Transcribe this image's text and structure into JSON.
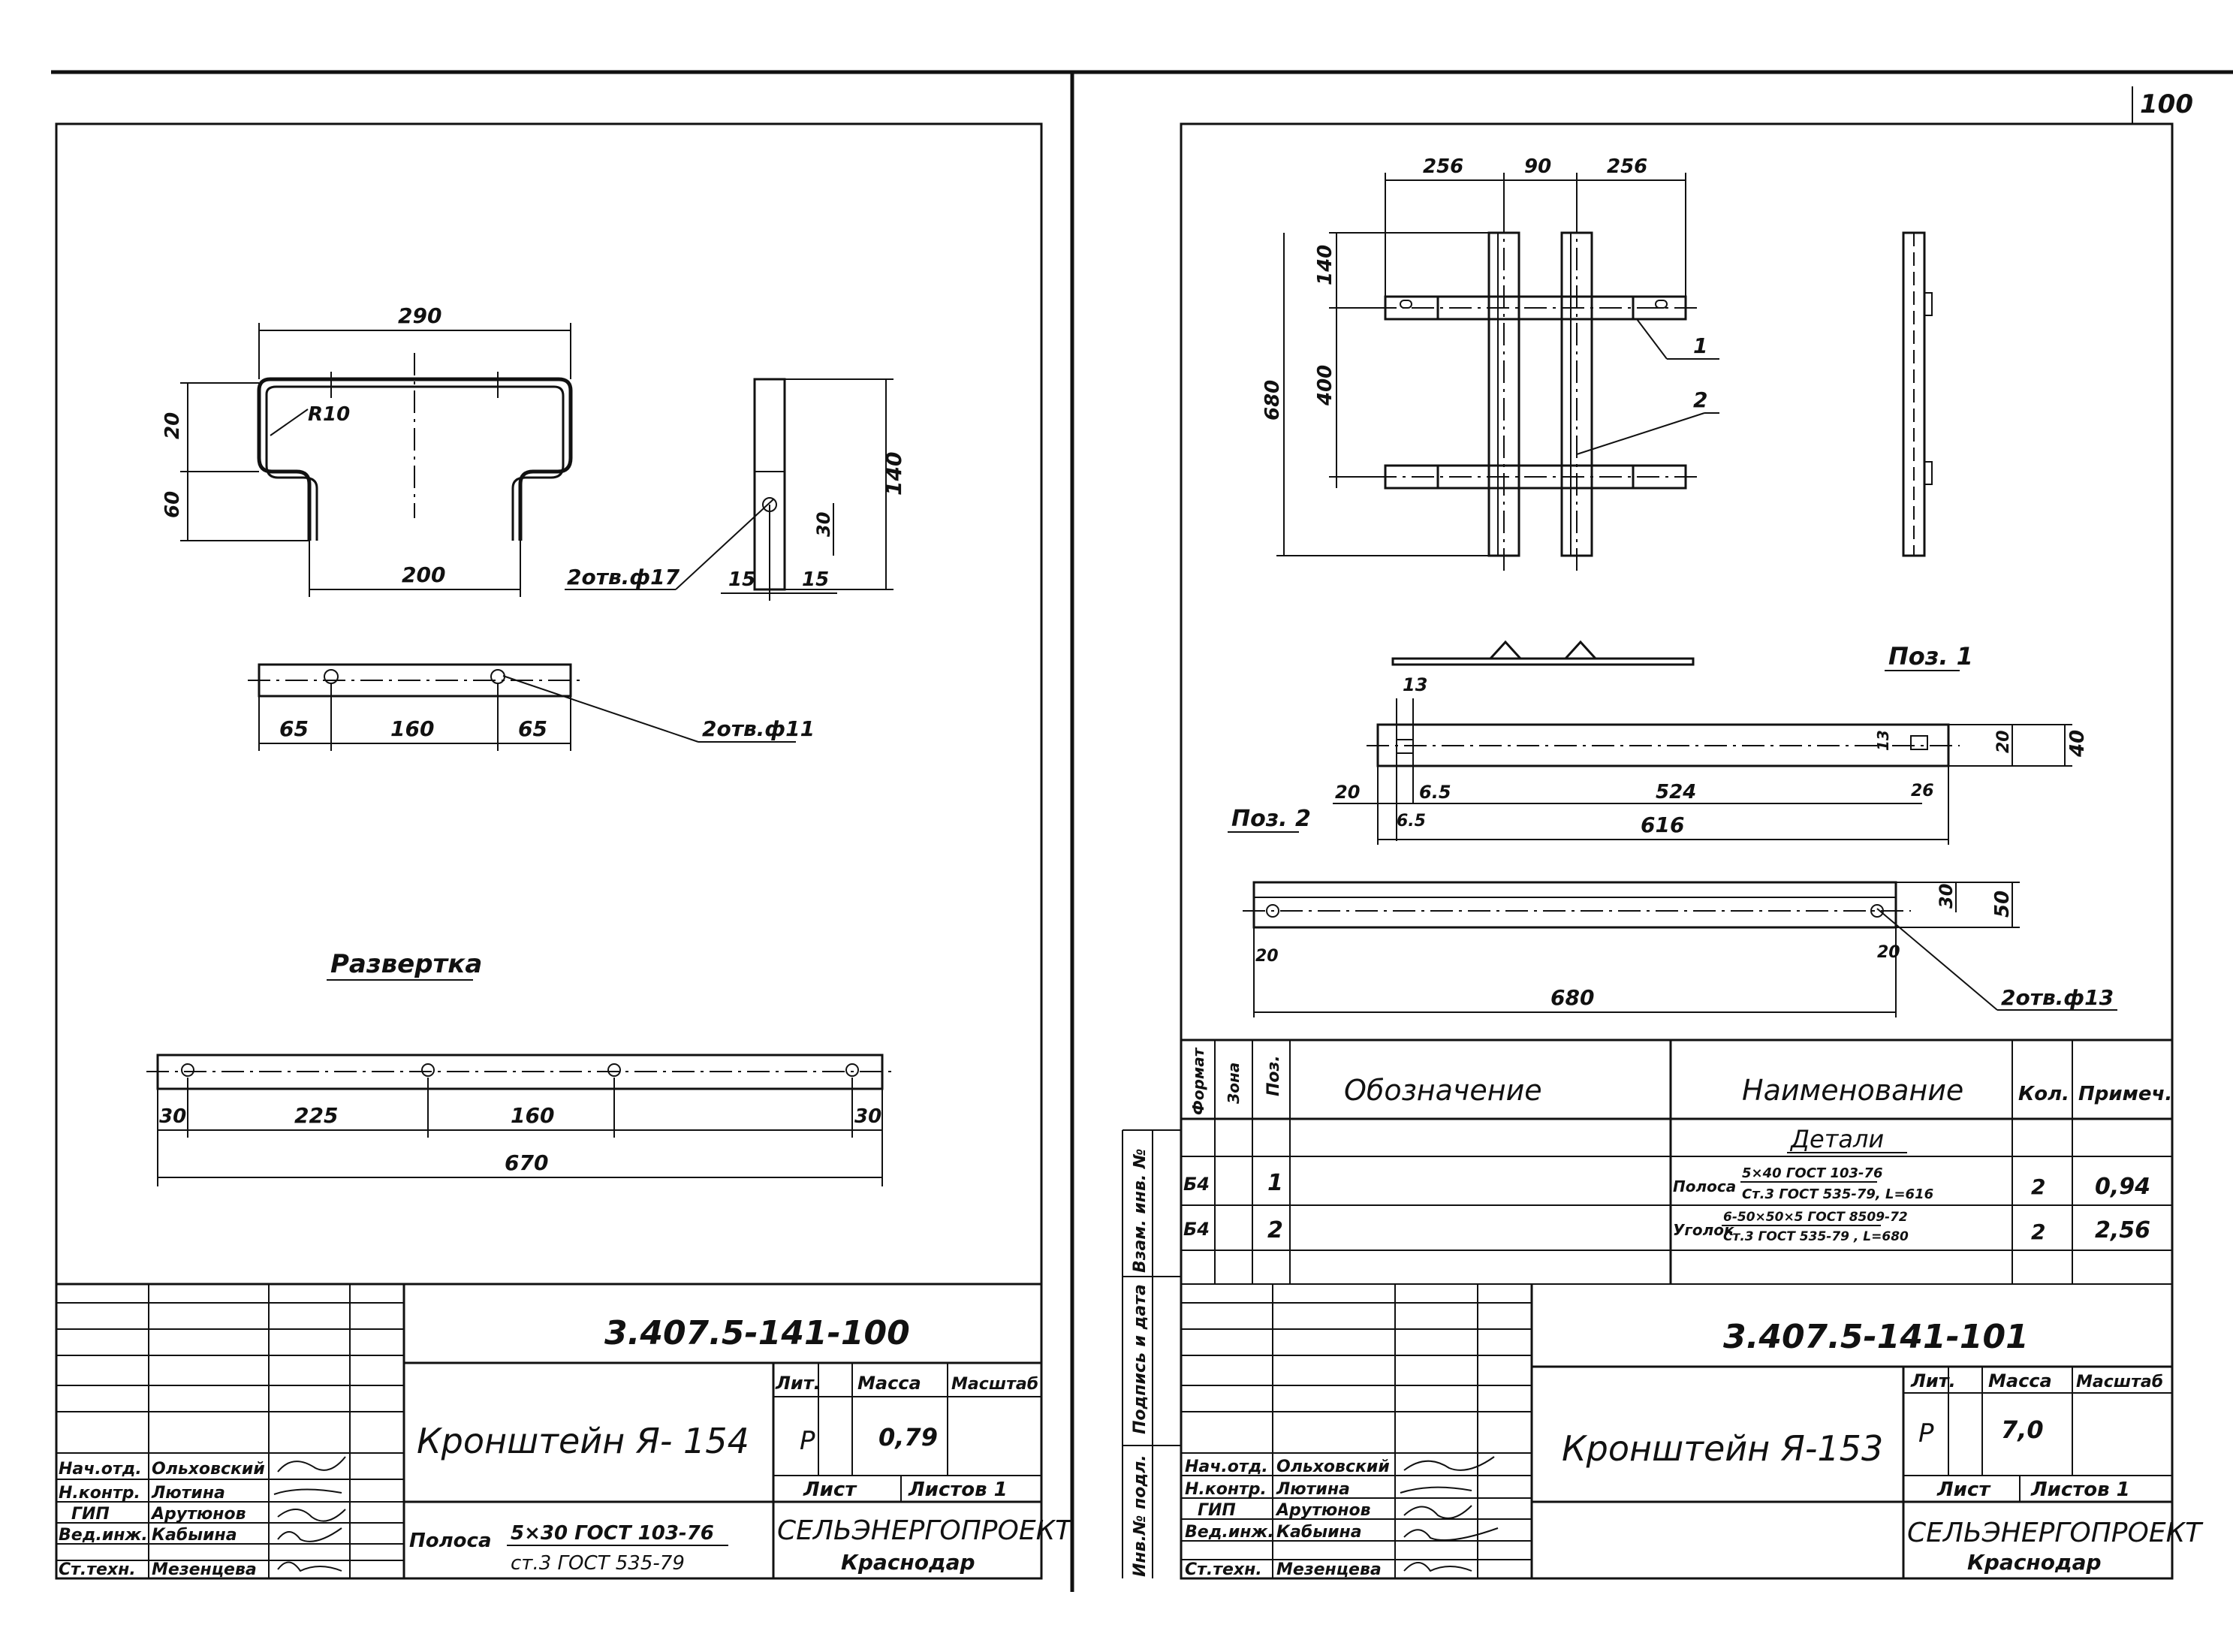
{
  "page_number": "100",
  "left_sheet": {
    "top_view_dims": {
      "width": "290",
      "bottom": "200",
      "h_top": "20",
      "h_leg": "60",
      "radius": "R10"
    },
    "side_view_dims": {
      "height": "140",
      "offset": "30",
      "half_a": "15",
      "half_b": "15",
      "holes": "2отв.ф17"
    },
    "plan_dims": {
      "a": "65",
      "b": "160",
      "c": "65",
      "holes": "2отв.ф11"
    },
    "unfold_title": "Развертка",
    "unfold_dims": {
      "a": "30",
      "b": "225",
      "c": "160",
      "d": "30",
      "total": "670"
    },
    "designation": "3.407.5-141-100",
    "title": "Кронштейн Я- 154",
    "material_label": "Полоса",
    "material_top": "5×30 ГОСТ 103-76",
    "material_bottom": "ст.3 ГОСТ 535-79",
    "lit_header": "Лит.",
    "mass_header": "Масса",
    "scale_header": "Масштаб",
    "lit_value": "Р",
    "mass_value": "0,79",
    "sheet_label": "Лист",
    "sheets_label": "Листов 1",
    "org": "СЕЛЬЭНЕРГОПРОЕКТ",
    "city": "Краснодар",
    "roles": [
      {
        "role": "Нач.отд.",
        "name": "Ольховский"
      },
      {
        "role": "Н.контр.",
        "name": "Лютина"
      },
      {
        "role": "ГИП",
        "name": "Арутюнов"
      },
      {
        "role": "Вед.инж.",
        "name": "Кабыина"
      },
      {
        "role": "Ст.техн.",
        "name": "Мезенцева"
      }
    ]
  },
  "right_sheet": {
    "top_dims": {
      "a": "256",
      "b": "90",
      "c": "256",
      "h1": "140",
      "h2": "400",
      "total": "680"
    },
    "callouts": [
      "1",
      "2"
    ],
    "poz1_title": "Поз. 1",
    "poz1_dims": {
      "a": "13",
      "b": "20",
      "c": "6.5",
      "d": "524",
      "e": "6.5",
      "f": "616",
      "g": "26",
      "h": "20",
      "i": "40",
      "j": "13"
    },
    "poz2_title": "Поз. 2",
    "poz2_dims": {
      "a": "30",
      "b": "50",
      "c": "20",
      "d": "20",
      "total": "680",
      "holes": "2отв.ф13"
    },
    "spec_headers": {
      "format": "Формат",
      "zone": "Зона",
      "pos": "Поз.",
      "designation": "Обозначение",
      "name": "Наименование",
      "qty": "Кол.",
      "note": "Примеч."
    },
    "spec_section": "Детали",
    "spec_rows": [
      {
        "format": "Б4",
        "pos": "1",
        "name_main": "Полоса",
        "name_top": "5×40 ГОСТ 103-76",
        "name_bottom": "Ст.3 ГОСТ 535-79,  L=616",
        "qty": "2",
        "note": "0,94"
      },
      {
        "format": "Б4",
        "pos": "2",
        "name_main": "Уголок",
        "name_top": "6-50×50×5 ГОСТ 8509-72",
        "name_bottom": "Ст.3 ГОСТ 535-79  , L=680",
        "qty": "2",
        "note": "2,56"
      }
    ],
    "side_stamp": [
      "Взам. инв. №",
      "Подпись и дата",
      "Инв.№ подл."
    ],
    "designation": "3.407.5-141-101",
    "title": "Кронштейн Я-153",
    "lit_header": "Лит.",
    "mass_header": "Масса",
    "scale_header": "Масштаб",
    "lit_value": "Р",
    "mass_value": "7,0",
    "sheet_label": "Лист",
    "sheets_label": "Листов 1",
    "org": "СЕЛЬЭНЕРГОПРОЕКТ",
    "city": "Краснодар",
    "roles": [
      {
        "role": "Нач.отд.",
        "name": "Ольховский"
      },
      {
        "role": "Н.контр.",
        "name": "Лютина"
      },
      {
        "role": "ГИП",
        "name": "Арутюнов"
      },
      {
        "role": "Вед.инж.",
        "name": "Кабыина"
      },
      {
        "role": "Ст.техн.",
        "name": "Мезенцева"
      }
    ]
  }
}
